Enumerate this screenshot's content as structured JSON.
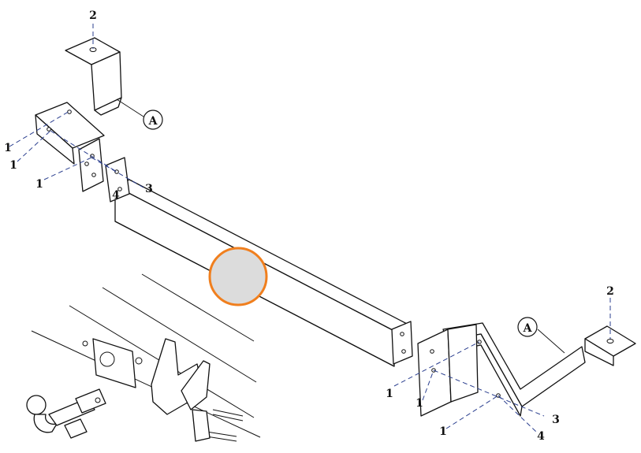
{
  "labels": {
    "callout_a": "A",
    "part_1": "1",
    "part_2": "2",
    "part_3": "3",
    "part_4": "4"
  },
  "colors": {
    "line": "#111111",
    "dashed_axis": "#2b3f8f",
    "marker_fill": "#dcdcdc",
    "marker_stroke": "#f07f1e"
  }
}
